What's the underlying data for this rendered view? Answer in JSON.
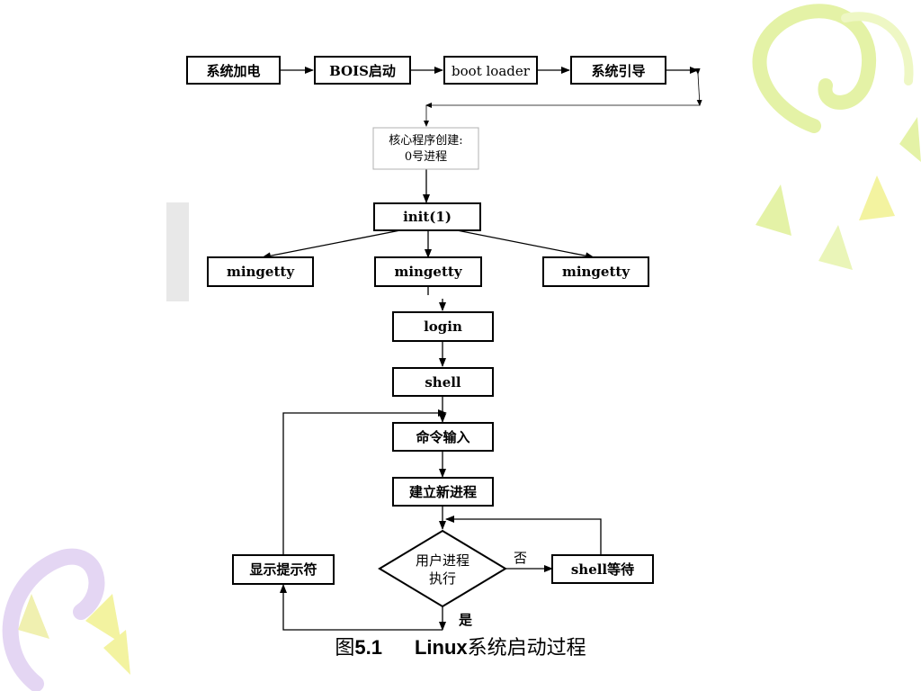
{
  "diagram": {
    "top_row": [
      "系统加电",
      "BOIS启动",
      "boot loader",
      "系统引导"
    ],
    "kernel_box": [
      "核心程序创建:",
      "0号进程"
    ],
    "init": "init(1)",
    "mingetty": [
      "mingetty",
      "mingetty",
      "mingetty"
    ],
    "login": "login",
    "shell": "shell",
    "cmd_input": "命令输入",
    "new_process": "建立新进程",
    "decision": [
      "用户进程",
      "执行"
    ],
    "shell_wait": "shell等待",
    "show_prompt": "显示提示符",
    "label_no": "否",
    "label_yes": "是"
  },
  "caption": {
    "prefix": "图",
    "number": "5.1",
    "linux": "Linux",
    "text": "系统启动过程"
  },
  "colors": {
    "decor_green": "#e4f2a6",
    "decor_yellow": "#f3f3a0",
    "decor_purple": "#e4d6f3",
    "decor_grey": "#e8e8e8"
  }
}
